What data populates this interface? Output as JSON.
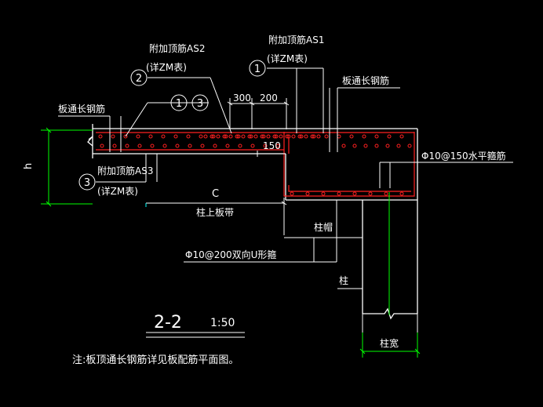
{
  "labels": {
    "add_top_as2": "附加顶筋AS2",
    "zm_table_1": "(详ZM表)",
    "add_top_as1": "附加顶筋AS1",
    "zm_table_2": "(详ZM表)",
    "add_top_as3": "附加顶筋AS3",
    "zm_table_3": "(详ZM表)",
    "slab_long_left": "板通长钢筋",
    "slab_long_right": "板通长钢筋",
    "horiz_hoop": "Φ10@150水平箍筋",
    "u_hoop": "Φ10@200双向U形箍",
    "col_cap": "柱帽",
    "col_band": "柱上板带",
    "column": "柱",
    "col_width": "柱宽",
    "dim_300": "300",
    "dim_200": "200",
    "dim_150": "150",
    "dim_c": "C",
    "dim_h": "h",
    "circle_1": "1",
    "circle_2": "2",
    "circle_3": "3",
    "circle_13_a": "1",
    "circle_13_b": "3",
    "section_title": "2-2",
    "scale": "1:50",
    "note": "注:板顶通长钢筋详见板配筋平面图。"
  },
  "colors": {
    "background": "#000000",
    "line": "#ffffff",
    "rebar": "#ff2020",
    "dimension": "#00ff00",
    "leader": "#00ffff"
  }
}
